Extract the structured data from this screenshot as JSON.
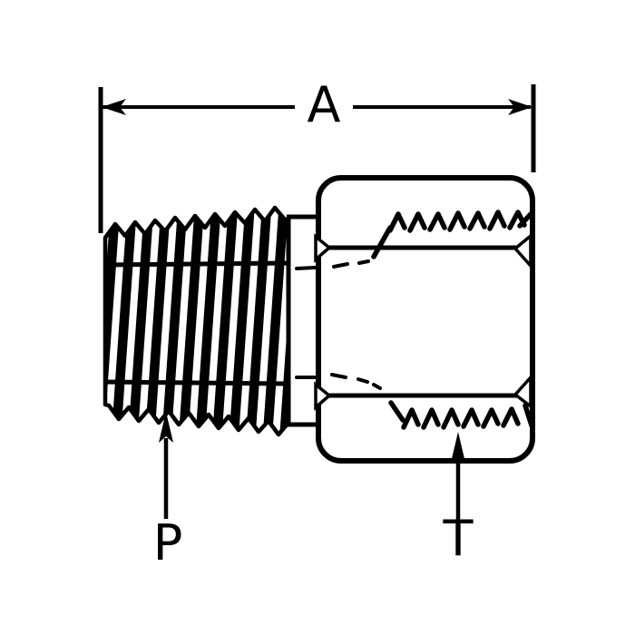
{
  "drawing": {
    "type": "technical-line-drawing",
    "subject": "pipe-fitting-adapter",
    "background_color": "#ffffff",
    "line_color": "#000000",
    "labels": {
      "overall_length": "A",
      "male_thread": "P",
      "female_port": "T"
    },
    "parts": {
      "male_thread": "tapered-male-pipe-thread",
      "shoulder": "thread-shoulder-collar",
      "body": "hex-body",
      "internal_thread": "internal-thread-marks"
    }
  }
}
